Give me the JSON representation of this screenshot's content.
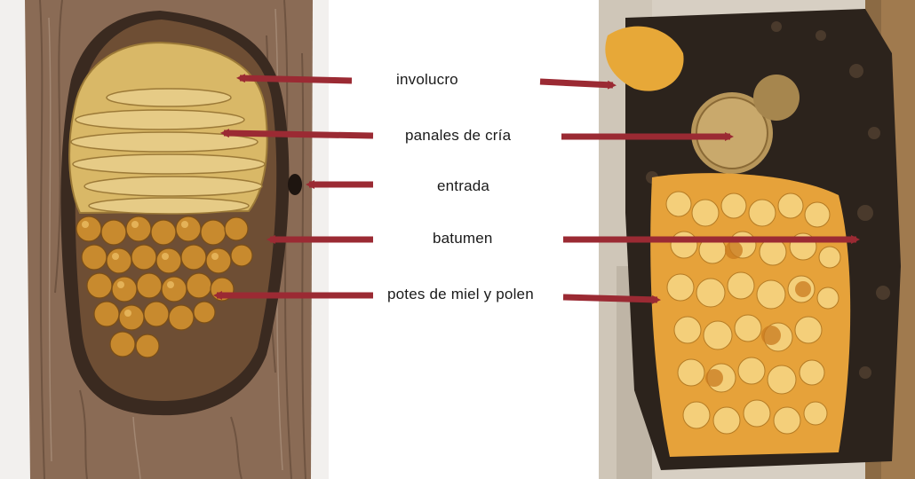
{
  "labels": {
    "involucro": "involucro",
    "panales": "panales de cría",
    "entrada": "entrada",
    "batumen": "batumen",
    "potes": "potes de miel y polen"
  },
  "colors": {
    "arrow": "#9b2a33",
    "bark": "#8a6b55",
    "bark_dark": "#5e4535",
    "wax": "#d9b867",
    "pot": "#c88a2e",
    "resin_dark": "#2c231c",
    "concrete": "#d7cfc3",
    "wood": "#8b6a44"
  },
  "images": {
    "left": "illustration-tree-nest",
    "right": "photo-open-nest-box"
  }
}
